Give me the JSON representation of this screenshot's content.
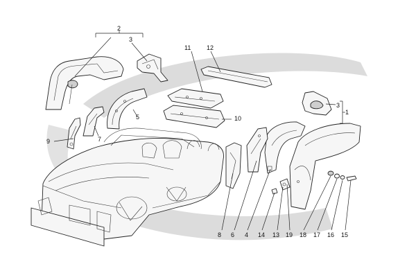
{
  "callouts": {
    "c1": "1",
    "c2": "2",
    "c3a": "3",
    "c3b": "3",
    "c4": "4",
    "c5": "5",
    "c6": "6",
    "c7": "7",
    "c8": "8",
    "c9": "9",
    "c10": "10",
    "c11": "11",
    "c12": "12",
    "c13": "13",
    "c14": "14",
    "c15": "15",
    "c16": "16",
    "c17": "17",
    "c18": "18",
    "c19": "19"
  },
  "colors": {
    "background": "#ffffff",
    "watermark": "#d9d9d9",
    "line": "#222222"
  }
}
